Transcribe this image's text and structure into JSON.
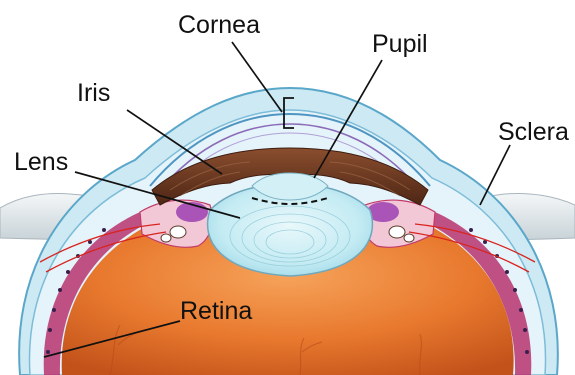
{
  "labels": {
    "cornea": "Cornea",
    "pupil": "Pupil",
    "iris": "Iris",
    "lens": "Lens",
    "sclera": "Sclera",
    "retina": "Retina"
  },
  "colors": {
    "background": "#ffffff",
    "sclera_outer": "#bfe2f0",
    "cornea": "#d8eef8",
    "iris": "#6b3a22",
    "lens": "#bfe8f2",
    "vitreous": "#e87a30",
    "retina_band": "#c0357a",
    "ciliary_body": "#f2c6d2",
    "leader_line": "#111111"
  }
}
